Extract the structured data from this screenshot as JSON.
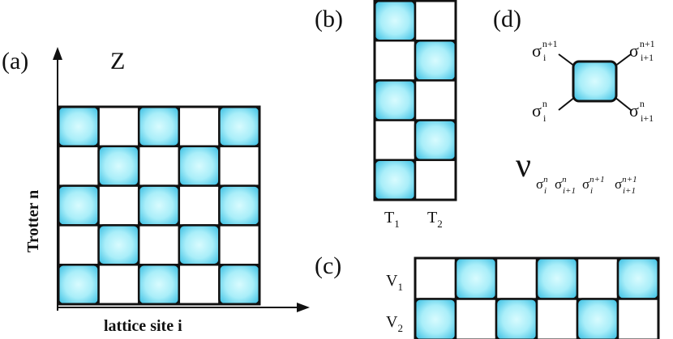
{
  "panel_a": {
    "label": "(a)",
    "z_label": "Z",
    "y_axis_label": "Trotter n",
    "x_axis_label": "lattice site i",
    "grid": {
      "rows": 5,
      "cols": 5
    }
  },
  "panel_b": {
    "label": "(b)",
    "grid": {
      "rows": 5,
      "cols": 2
    },
    "t1_main": "T",
    "t1_sub": "1",
    "t2_main": "T",
    "t2_sub": "2"
  },
  "panel_c": {
    "label": "(c)",
    "grid": {
      "rows": 2,
      "cols": 6
    },
    "v1_main": "V",
    "v1_sub": "1",
    "v2_main": "V",
    "v2_sub": "2"
  },
  "panel_d": {
    "label": "(d)",
    "sigma": "σ",
    "tl_sup": "n+1",
    "tl_sub": "i",
    "tr_sup": "n+1",
    "tr_sub": "i+1",
    "bl_sup": "n",
    "bl_sub": "i",
    "br_sup": "n",
    "br_sub": "i+1",
    "nu": "ν",
    "nu_sub_1_sup": "n",
    "nu_sub_1_sub": "i",
    "nu_sub_2_sup": "n",
    "nu_sub_2_sub": "i+1",
    "nu_sub_3_sup": "n+1",
    "nu_sub_3_sub": "i",
    "nu_sub_4_sup": "n+1",
    "nu_sub_4_sub": "i+1"
  },
  "colors": {
    "tile_center": "#b9f4fb",
    "tile_edge": "#47c6e6",
    "line": "#111111"
  }
}
